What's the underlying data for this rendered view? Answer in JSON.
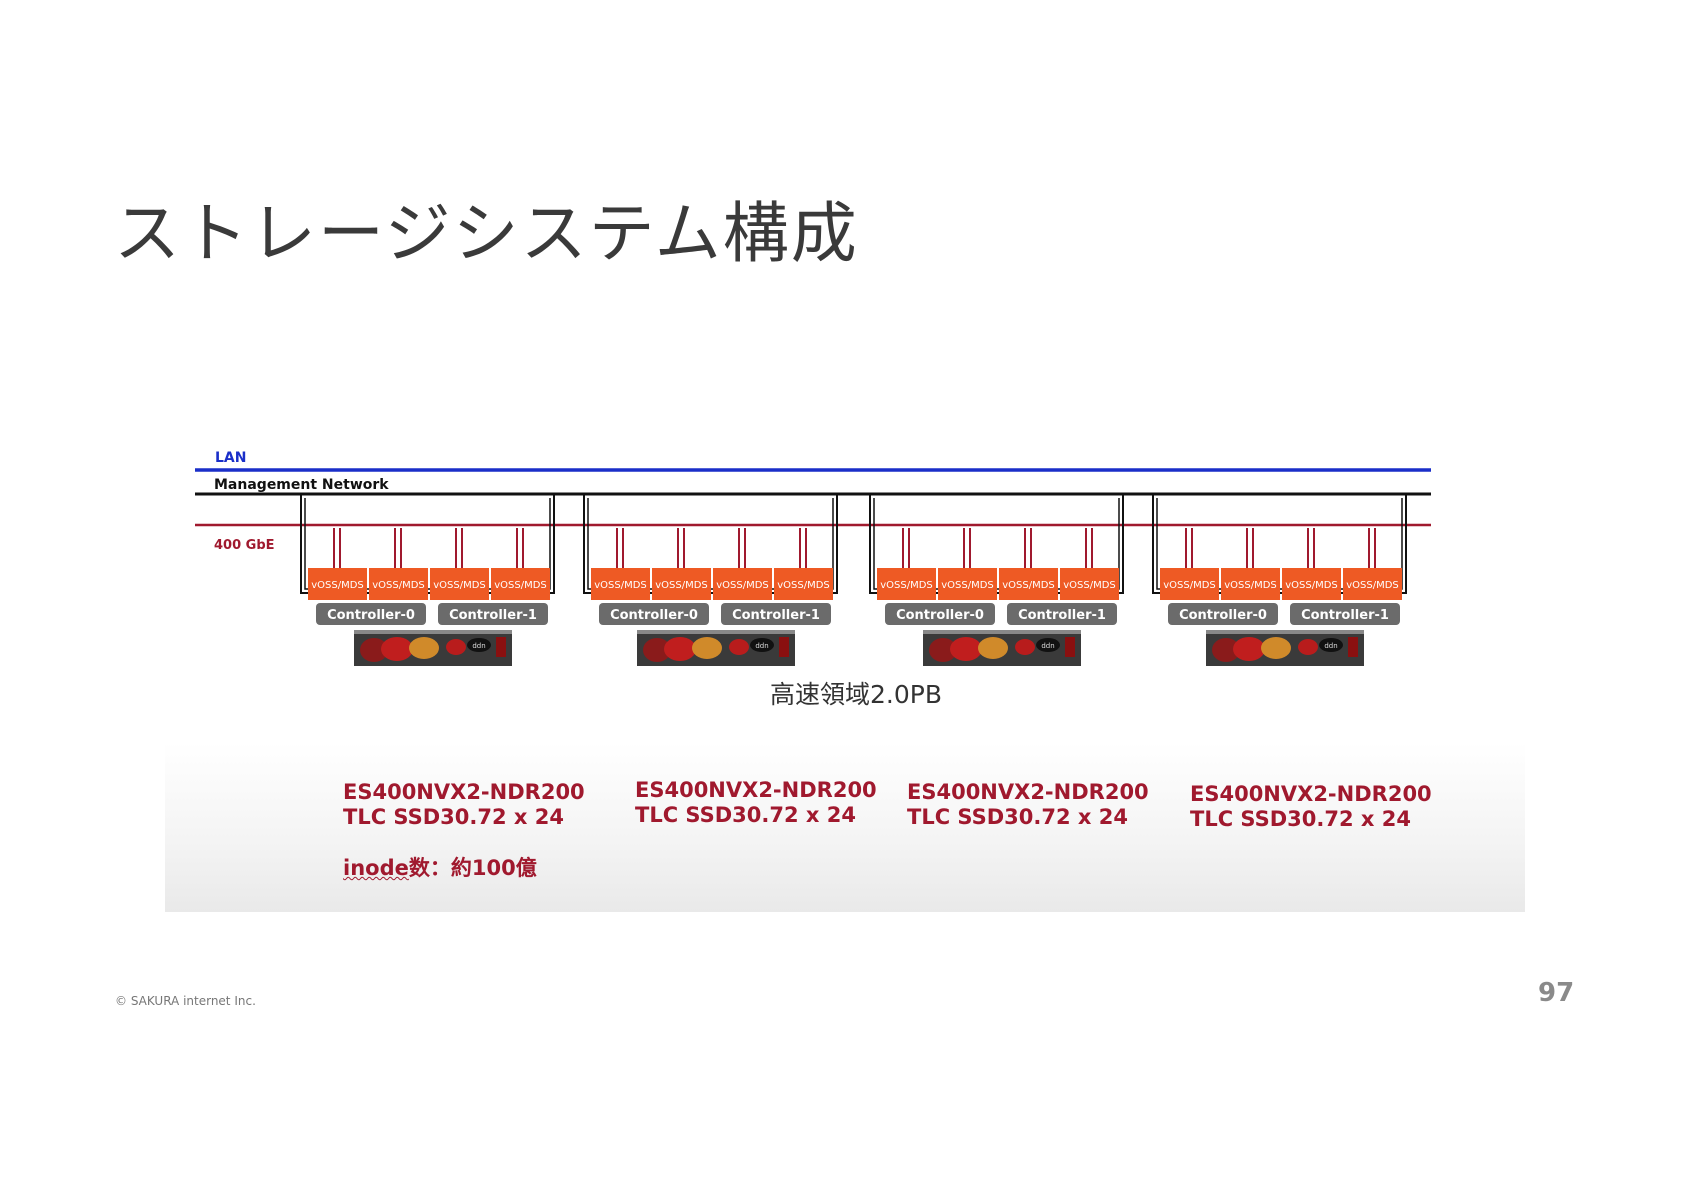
{
  "slide": {
    "title": "ストレージシステム構成",
    "copyright": "© SAKURA internet Inc.",
    "page_number": "97"
  },
  "networks": {
    "lan": {
      "label": "LAN",
      "color": "#1a2fc9"
    },
    "management": {
      "label": "Management Network",
      "color": "#111111"
    },
    "gbe": {
      "label": "400 GbE",
      "color": "#a0192e"
    }
  },
  "colors": {
    "unit": "#ee5a24",
    "controller": "#6b6b6b",
    "spec_text": "#a0192e"
  },
  "storage_groups": [
    {
      "units": [
        "vOSS/MDS",
        "vOSS/MDS",
        "vOSS/MDS",
        "vOSS/MDS"
      ],
      "controllers": [
        "Controller-0",
        "Controller-1"
      ],
      "enclosure_logo": "ddn",
      "spec_line1": "ES400NVX2-NDR200",
      "spec_line2": "TLC SSD30.72 x 24"
    },
    {
      "units": [
        "vOSS/MDS",
        "vOSS/MDS",
        "vOSS/MDS",
        "vOSS/MDS"
      ],
      "controllers": [
        "Controller-0",
        "Controller-1"
      ],
      "enclosure_logo": "ddn",
      "spec_line1": "ES400NVX2-NDR200",
      "spec_line2": "TLC SSD30.72 x 24"
    },
    {
      "units": [
        "vOSS/MDS",
        "vOSS/MDS",
        "vOSS/MDS",
        "vOSS/MDS"
      ],
      "controllers": [
        "Controller-0",
        "Controller-1"
      ],
      "enclosure_logo": "ddn",
      "spec_line1": "ES400NVX2-NDR200",
      "spec_line2": "TLC SSD30.72 x 24"
    },
    {
      "units": [
        "vOSS/MDS",
        "vOSS/MDS",
        "vOSS/MDS",
        "vOSS/MDS"
      ],
      "controllers": [
        "Controller-0",
        "Controller-1"
      ],
      "enclosure_logo": "ddn",
      "spec_line1": "ES400NVX2-NDR200",
      "spec_line2": "TLC SSD30.72 x 24"
    }
  ],
  "capacity_label": "高速領域2.0PB",
  "inode": {
    "prefix": "inode",
    "rest": "数：約100億"
  }
}
